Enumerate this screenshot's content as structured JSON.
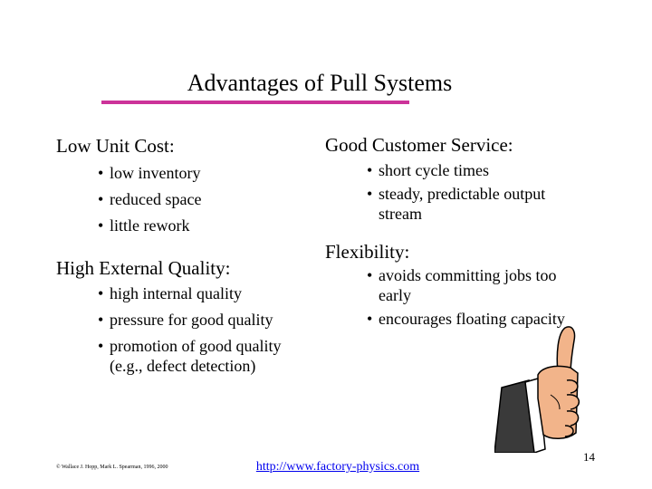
{
  "slide": {
    "title": "Advantages of Pull Systems",
    "accent_color": "#CC3399",
    "left_column": {
      "sections": [
        {
          "heading": "Low Unit Cost:",
          "bullets": [
            "low inventory",
            "reduced space",
            "little rework"
          ]
        },
        {
          "heading": "High External Quality:",
          "bullets": [
            "high internal quality",
            "pressure for good quality",
            "promotion of good quality (e.g., defect detection)"
          ]
        }
      ]
    },
    "right_column": {
      "sections": [
        {
          "heading": "Good Customer Service:",
          "bullets": [
            "short cycle times",
            "steady, predictable output stream"
          ]
        },
        {
          "heading": "Flexibility:",
          "bullets": [
            "avoids committing jobs too early",
            "encourages floating capacity"
          ]
        }
      ]
    },
    "thumbs_up_image": "thumbs-up-hand-icon"
  },
  "footer": {
    "copyright": "© Wallace J. Hopp, Mark L. Spearman, 1996, 2000",
    "link_text": "http://www.factory-physics.com",
    "link_color": "#0000EE",
    "page_number": "14"
  }
}
